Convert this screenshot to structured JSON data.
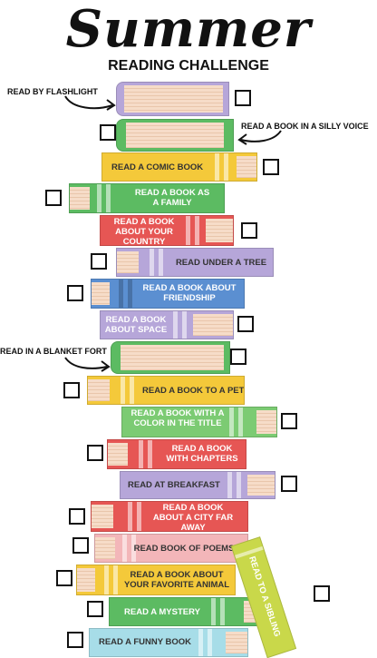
{
  "header": {
    "title": "Summer",
    "subtitle": "READING CHALLENGE"
  },
  "labels": {
    "flashlight": "READ BY FLASHLIGHT",
    "silly_voice": "READ A BOOK IN A SILLY VOICE",
    "blanket_fort": "READ IN A BLANKET FORT",
    "comic": "READ A COMIC BOOK",
    "family": "READ A BOOK AS A FAMILY",
    "country": "READ A BOOK ABOUT YOUR COUNTRY",
    "tree": "READ UNDER A TREE",
    "friendship": "READ A BOOK ABOUT FRIENDSHIP",
    "space": "READ A BOOK ABOUT SPACE",
    "pet": "READ A BOOK TO A PET",
    "color": "READ A BOOK WITH A COLOR IN THE TITLE",
    "chapters": "READ A BOOK WITH CHAPTERS",
    "breakfast": "READ AT BREAKFAST",
    "city": "READ A BOOK ABOUT A CITY FAR AWAY",
    "poems": "READ BOOK OF POEMS",
    "animal": "READ A BOOK ABOUT YOUR FAVORITE ANIMAL",
    "mystery": "READ A MYSTERY",
    "funny": "READ A FUNNY BOOK",
    "sibling": "READ TO A SIBLING"
  },
  "colors": {
    "lavender": "#b6a6d9",
    "green": "#5cbb62",
    "yellow": "#f4c93a",
    "red": "#e65654",
    "blue": "#5b8fd1",
    "light_green": "#7ccb73",
    "pink": "#f3b6b9",
    "teal": "#a7dde8",
    "lime": "#c9d84a"
  }
}
